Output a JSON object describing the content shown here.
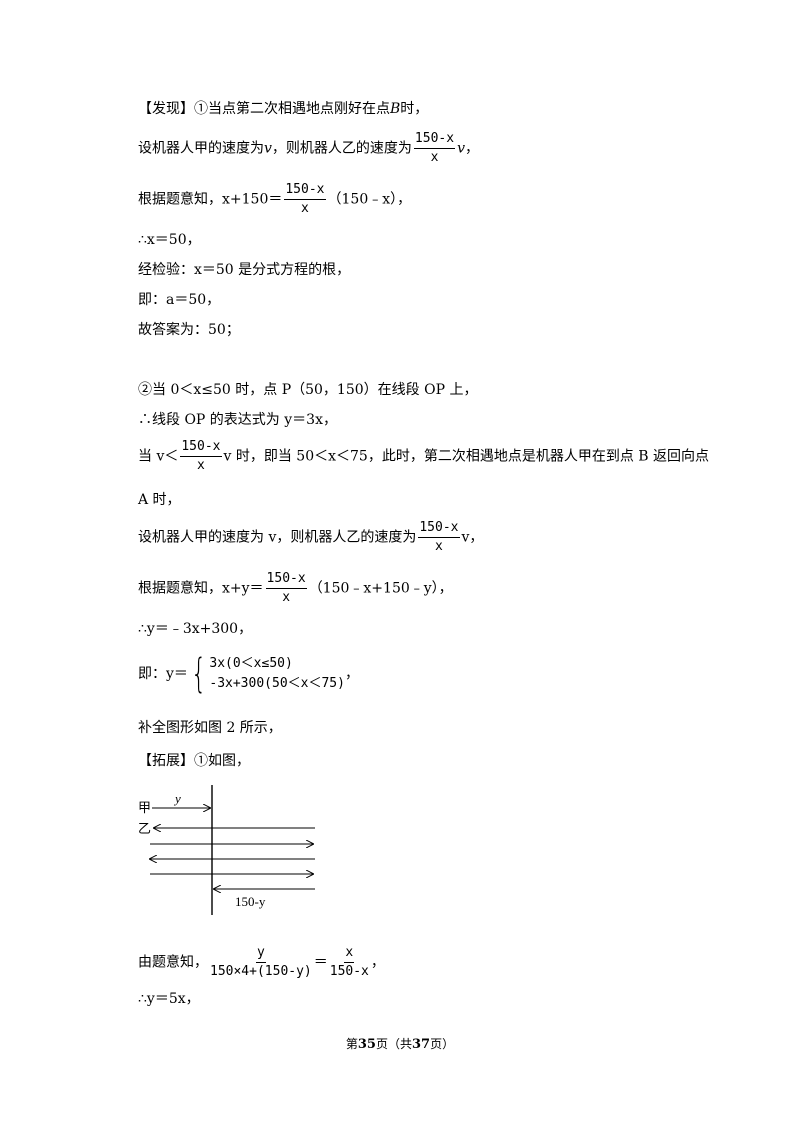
{
  "discover": {
    "tag": "【发现】",
    "l1_text": "①当点第二次相遇地点刚好在点",
    "l1_B": "B",
    "l1_end": "时，",
    "l2_text": "设机器人甲的速度为",
    "l2_v": "v",
    "l2_mid": "，则机器人乙的速度为",
    "l2_frac_num": "150-x",
    "l2_frac_den": "x",
    "l2_v2": "v",
    "l2_end": "，",
    "l3_text": "根据题意知，",
    "l3_eq": "x+150＝",
    "l3_frac_num": "150-x",
    "l3_frac_den": "x",
    "l3_end": "（150﹣x），",
    "l4": "∴x＝50，",
    "l5": "经检验：x＝50 是分式方程的根，",
    "l6": "即：a＝50，",
    "l7": "故答案为：50；"
  },
  "part2": {
    "l1": "②当 0＜x≤50 时，点 P（50，150）在线段 OP 上，",
    "l2": "∴线段 OP 的表达式为 y＝3x，",
    "l3_pre": "当 v＜",
    "l3_frac_num": "150-x",
    "l3_frac_den": "x",
    "l3_post": "v 时，即当 50＜x＜75，此时，第二次相遇地点是机器人甲在到点 B 返回向点",
    "l4": "A 时，",
    "l5_text": "设机器人甲的速度为 v，则机器人乙的速度为",
    "l5_frac_num": "150-x",
    "l5_frac_den": "x",
    "l5_end": "v，",
    "l6_text": "根据题意知，x+y＝",
    "l6_frac_num": "150-x",
    "l6_frac_den": "x",
    "l6_end": "（150﹣x+150﹣y），",
    "l7": "∴y＝﹣3x+300，",
    "l8_pre": "即：y＝",
    "case1": "3x(0＜x≤50)",
    "case2": "-3x+300(50＜x＜75)",
    "l8_end": "，",
    "l9": "补全图形如图 2 所示，"
  },
  "extend": {
    "l1": "【拓展】①如图，",
    "fig_jia": "甲",
    "fig_yi": "乙",
    "fig_y": "y",
    "fig_150y": "150-y",
    "l2_text": "由题意知，",
    "l2_frac1_num": "y",
    "l2_frac1_den": "150×4+(150-y)",
    "l2_eq": "＝",
    "l2_frac2_num": "x",
    "l2_frac2_den": "150-x",
    "l2_end": "，",
    "l3": "∴y＝5x，"
  },
  "footer": {
    "pre": "第",
    "page": "35",
    "mid": "页（共",
    "total": "37",
    "post": "页）"
  }
}
